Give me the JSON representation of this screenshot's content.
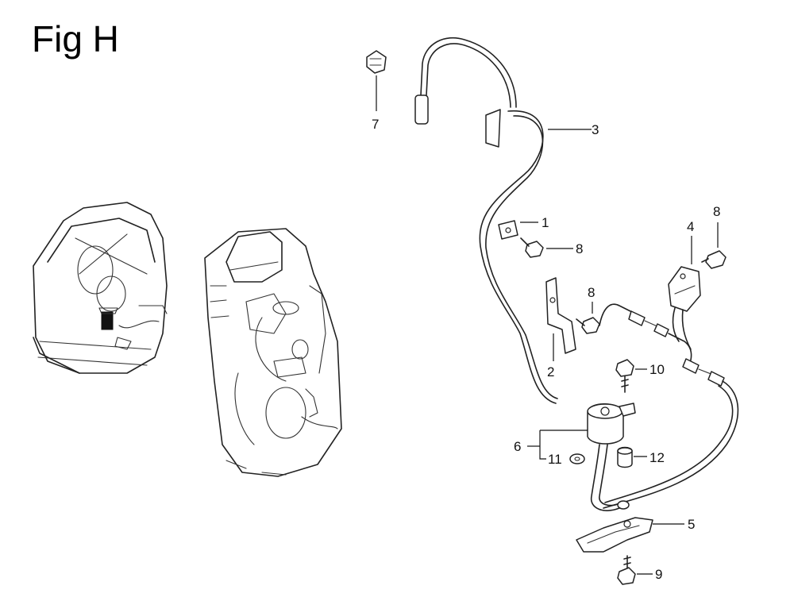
{
  "figure": {
    "title": "Fig H"
  },
  "callouts": {
    "c1": "1",
    "c2": "2",
    "c3": "3",
    "c4": "4",
    "c5": "5",
    "c6": "6",
    "c7": "7",
    "c8a": "8",
    "c8b": "8",
    "c8c": "8",
    "c9": "9",
    "c10": "10",
    "c11": "11",
    "c12": "12"
  },
  "colors": {
    "ink": "#222222",
    "background": "#ffffff"
  }
}
